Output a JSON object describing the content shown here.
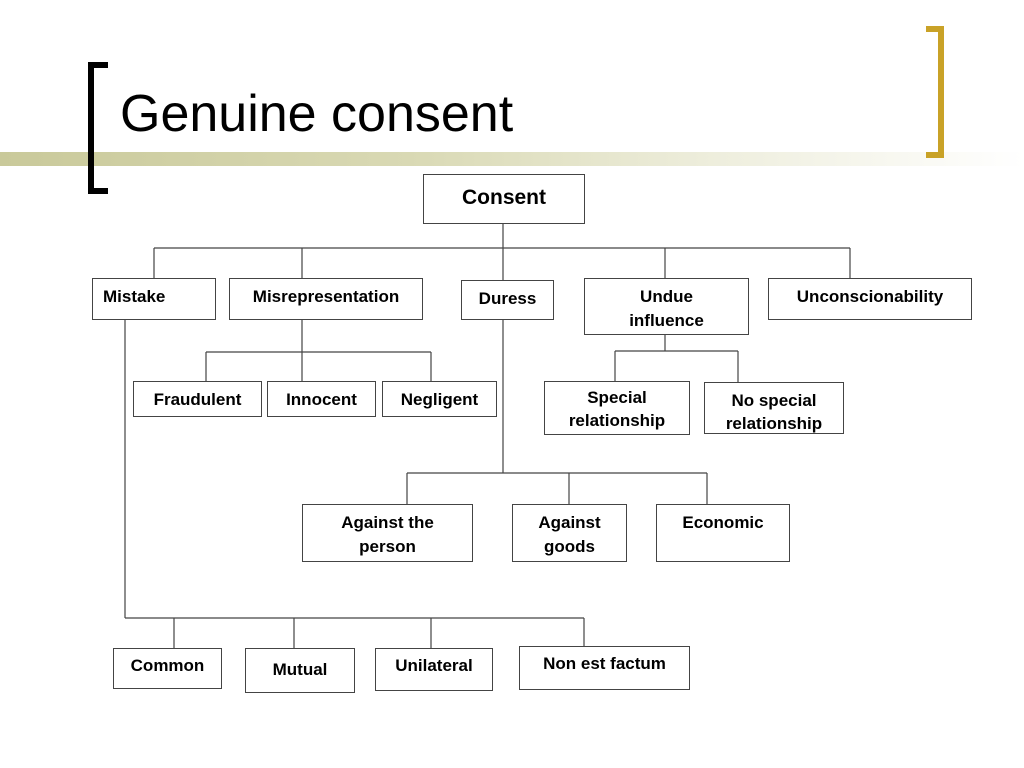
{
  "slide": {
    "title": "Genuine consent"
  },
  "diagram": {
    "root": "Consent",
    "categories": {
      "mistake": "Mistake",
      "misrepresentation": "Misrepresentation",
      "duress": "Duress",
      "undue_influence": "Undue influence",
      "unconscionability": "Unconscionability"
    },
    "misrepresentation_types": {
      "fraudulent": "Fraudulent",
      "innocent": "Innocent",
      "negligent": "Negligent"
    },
    "undue_influence_types": {
      "special": "Special relationship",
      "no_special": "No special relationship"
    },
    "duress_types": {
      "person": "Against the person",
      "goods": "Against goods",
      "economic": "Economic"
    },
    "mistake_types": {
      "common": "Common",
      "mutual": "Mutual",
      "unilateral": "Unilateral",
      "non_est_factum": "Non est factum"
    }
  },
  "colors": {
    "accent_bracket": "#c9a227",
    "title_bar": "#c9c99a",
    "box_border": "#444444"
  }
}
